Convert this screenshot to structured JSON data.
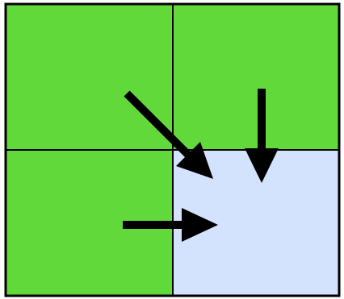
{
  "grid": {
    "rows": 2,
    "cols": 2,
    "cells": [
      {
        "row": 0,
        "col": 0,
        "color": "#62d93a",
        "state": "filled"
      },
      {
        "row": 0,
        "col": 1,
        "color": "#62d93a",
        "state": "filled"
      },
      {
        "row": 1,
        "col": 0,
        "color": "#62d93a",
        "state": "filled"
      },
      {
        "row": 1,
        "col": 1,
        "color": "#d3e2fd",
        "state": "target"
      }
    ],
    "border_color": "#000000"
  },
  "arrows": [
    {
      "name": "arrow-diagonal",
      "from_cell": [
        0,
        0
      ],
      "to_cell": [
        1,
        1
      ],
      "direction": "down-right"
    },
    {
      "name": "arrow-down",
      "from_cell": [
        0,
        1
      ],
      "to_cell": [
        1,
        1
      ],
      "direction": "down"
    },
    {
      "name": "arrow-right",
      "from_cell": [
        1,
        0
      ],
      "to_cell": [
        1,
        1
      ],
      "direction": "right"
    }
  ],
  "arrow_color": "#000000"
}
